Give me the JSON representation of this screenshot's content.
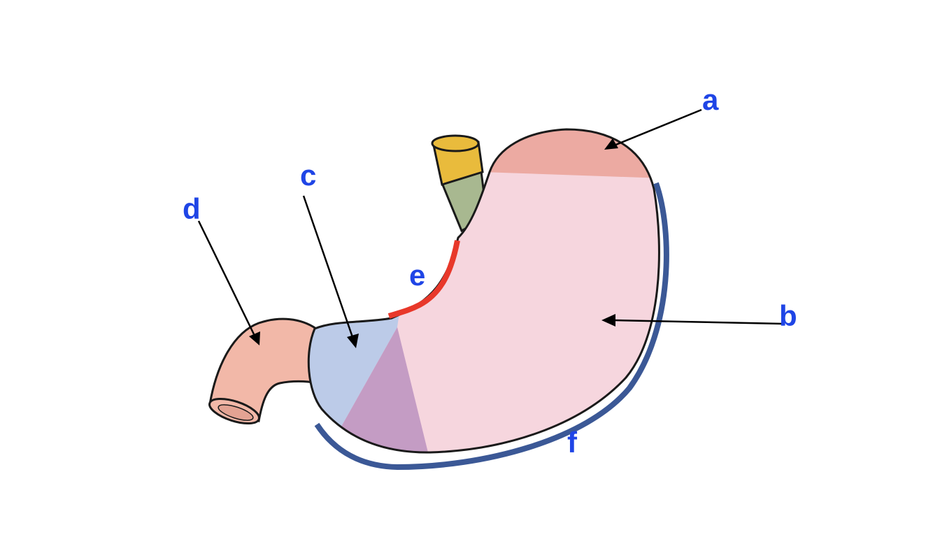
{
  "colors": {
    "label": "#1f45e6",
    "fundus": "#ecaaa2",
    "body": "#f6d6de",
    "antrum": "#c49cc4",
    "canal": "#bccbe8",
    "duodenum": "#f2b8a8",
    "esophagus": "#e9bb3c",
    "cardia": "#a8b890",
    "lesser_curvature": "#e8382a",
    "greater_curvature": "#3b5896",
    "outline": "#1a1a1a"
  },
  "labels": {
    "a": "a",
    "b": "b",
    "c": "c",
    "d": "d",
    "e": "e",
    "f": "f"
  }
}
